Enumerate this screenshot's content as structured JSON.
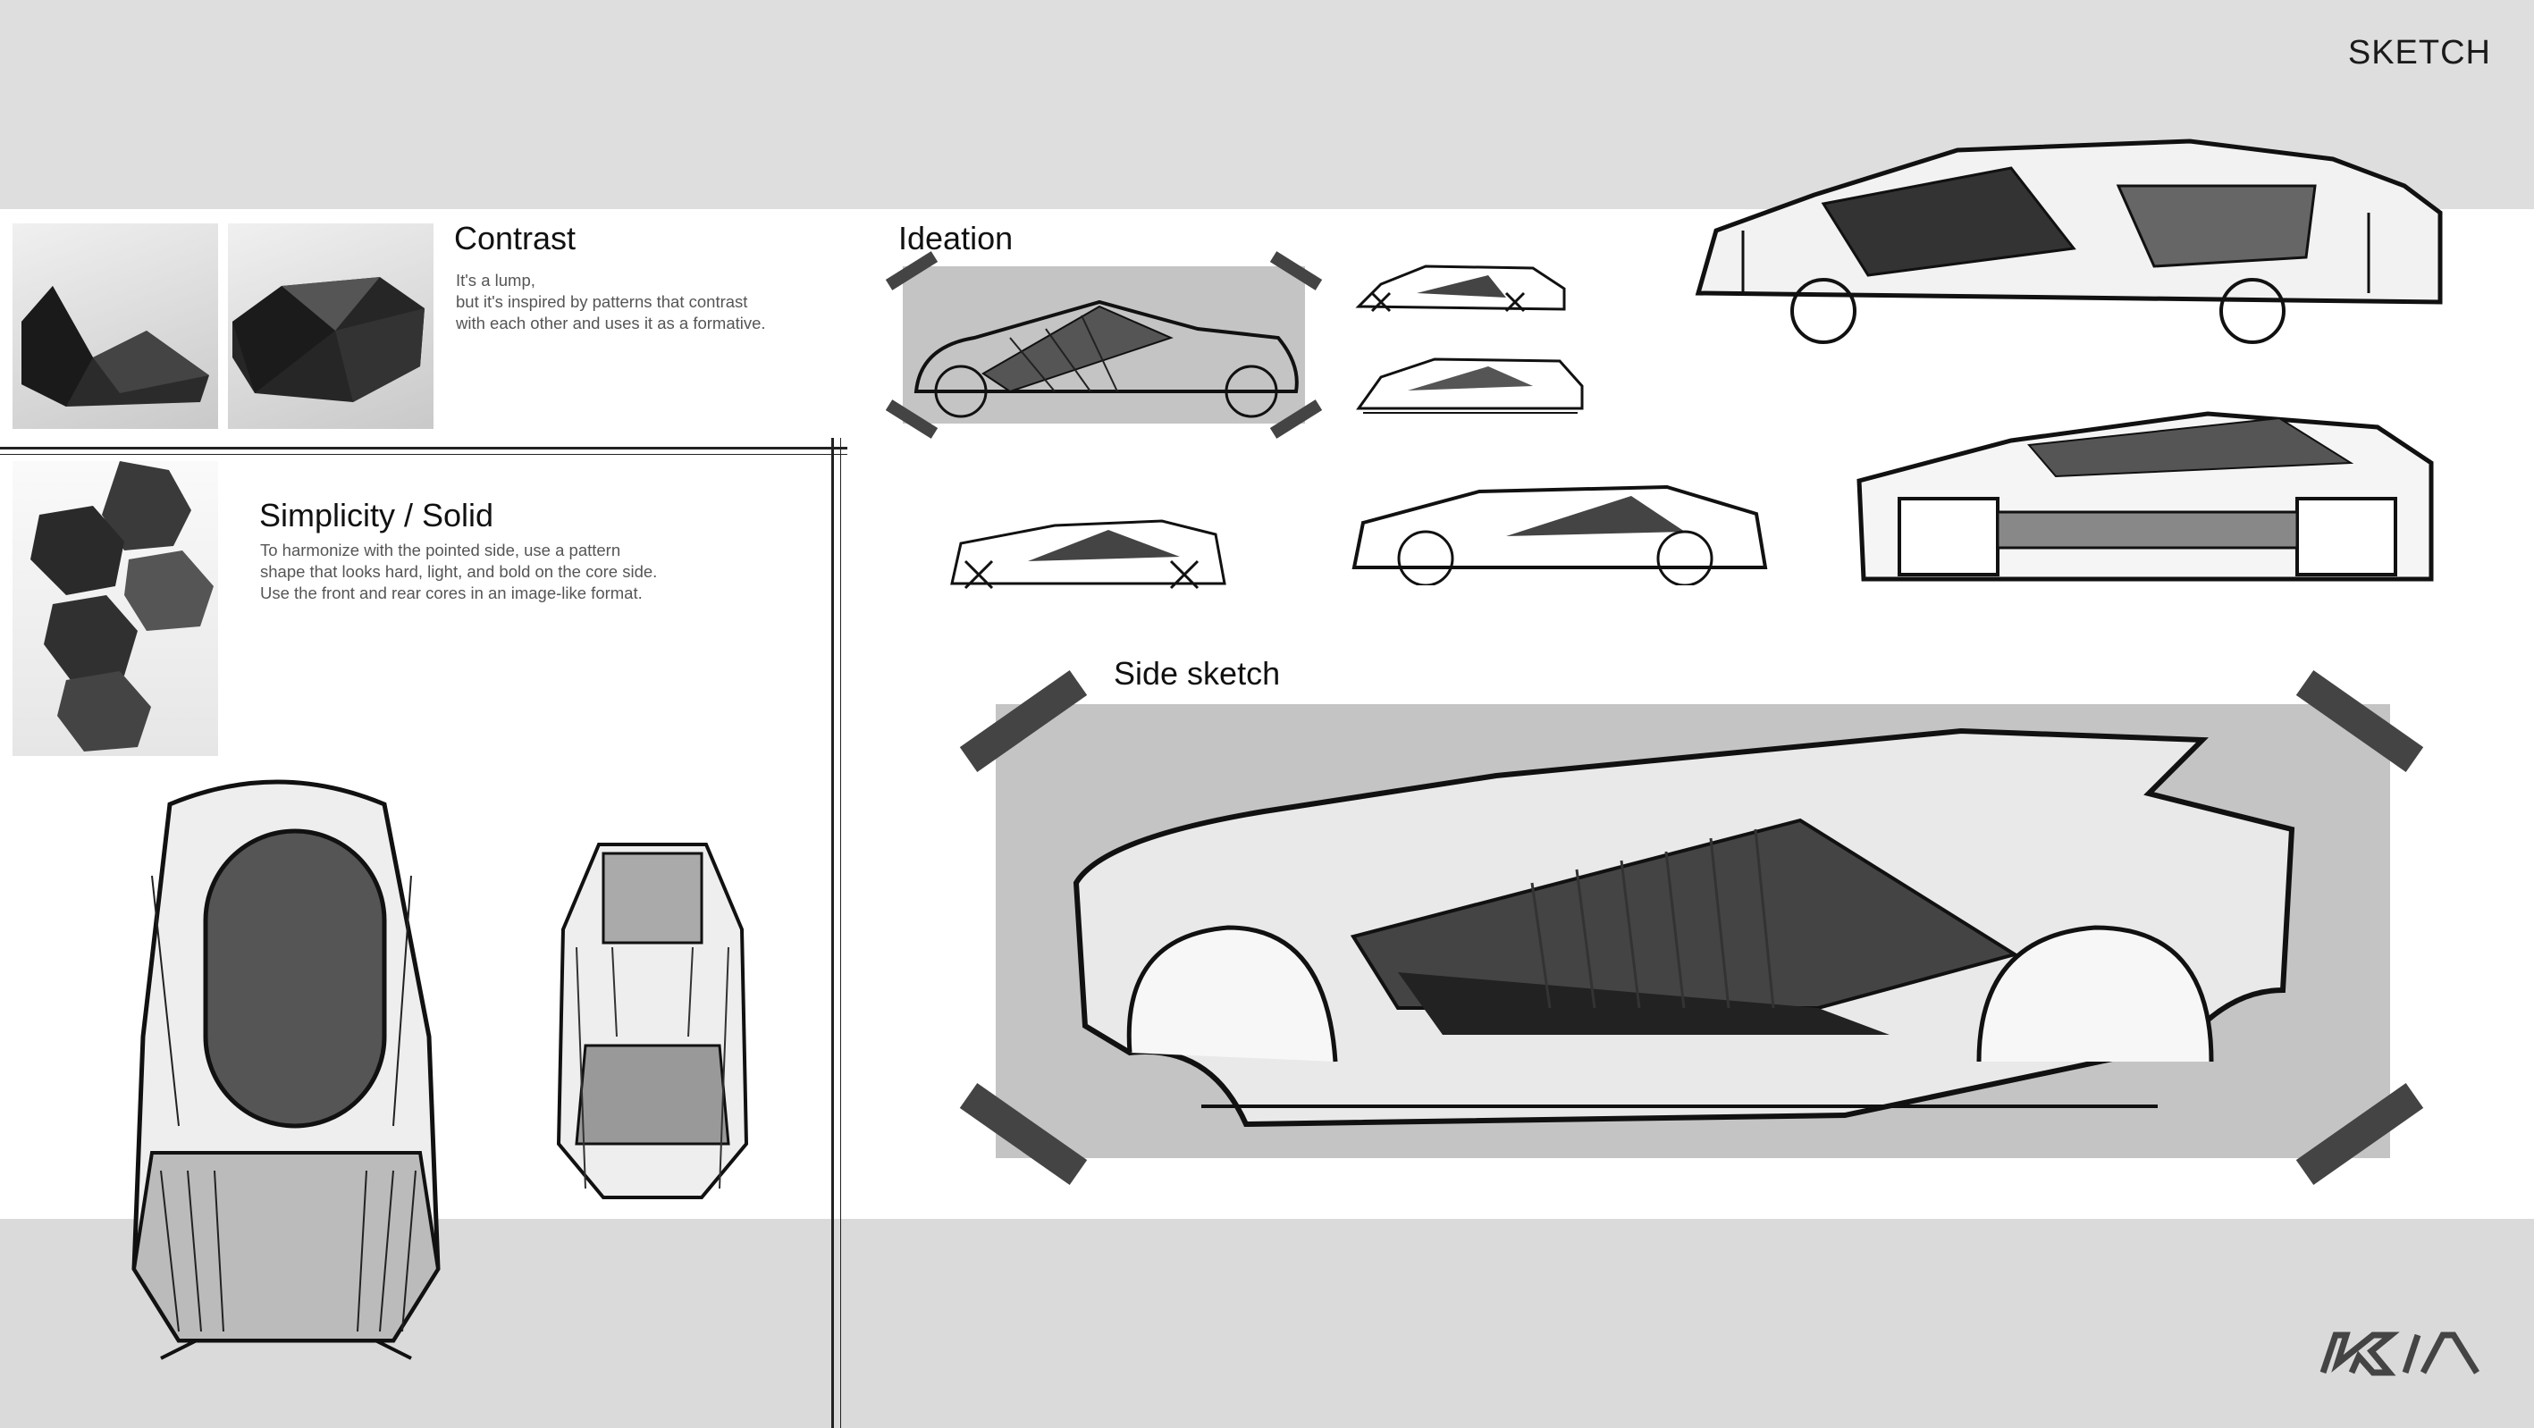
{
  "page": {
    "title": "SKETCH"
  },
  "contrast": {
    "title": "Contrast",
    "description": [
      "It's a lump,",
      "but it's inspired by patterns that contrast",
      "with each other and uses it as a formative."
    ]
  },
  "simplicity": {
    "title": "Simplicity / Solid",
    "description": [
      "To harmonize with the pointed side, use a pattern",
      "shape that looks hard, light, and bold on the core side.",
      "Use the front and rear cores in an image-like format."
    ]
  },
  "ideation": {
    "title": "Ideation"
  },
  "side_sketch": {
    "title": "Side sketch"
  },
  "brand": {
    "logo_text": "KIA"
  },
  "colors": {
    "band_gray": "#dedede",
    "panel_gray": "#c4c4c4",
    "tape": "#444444",
    "ink": "#111111"
  }
}
